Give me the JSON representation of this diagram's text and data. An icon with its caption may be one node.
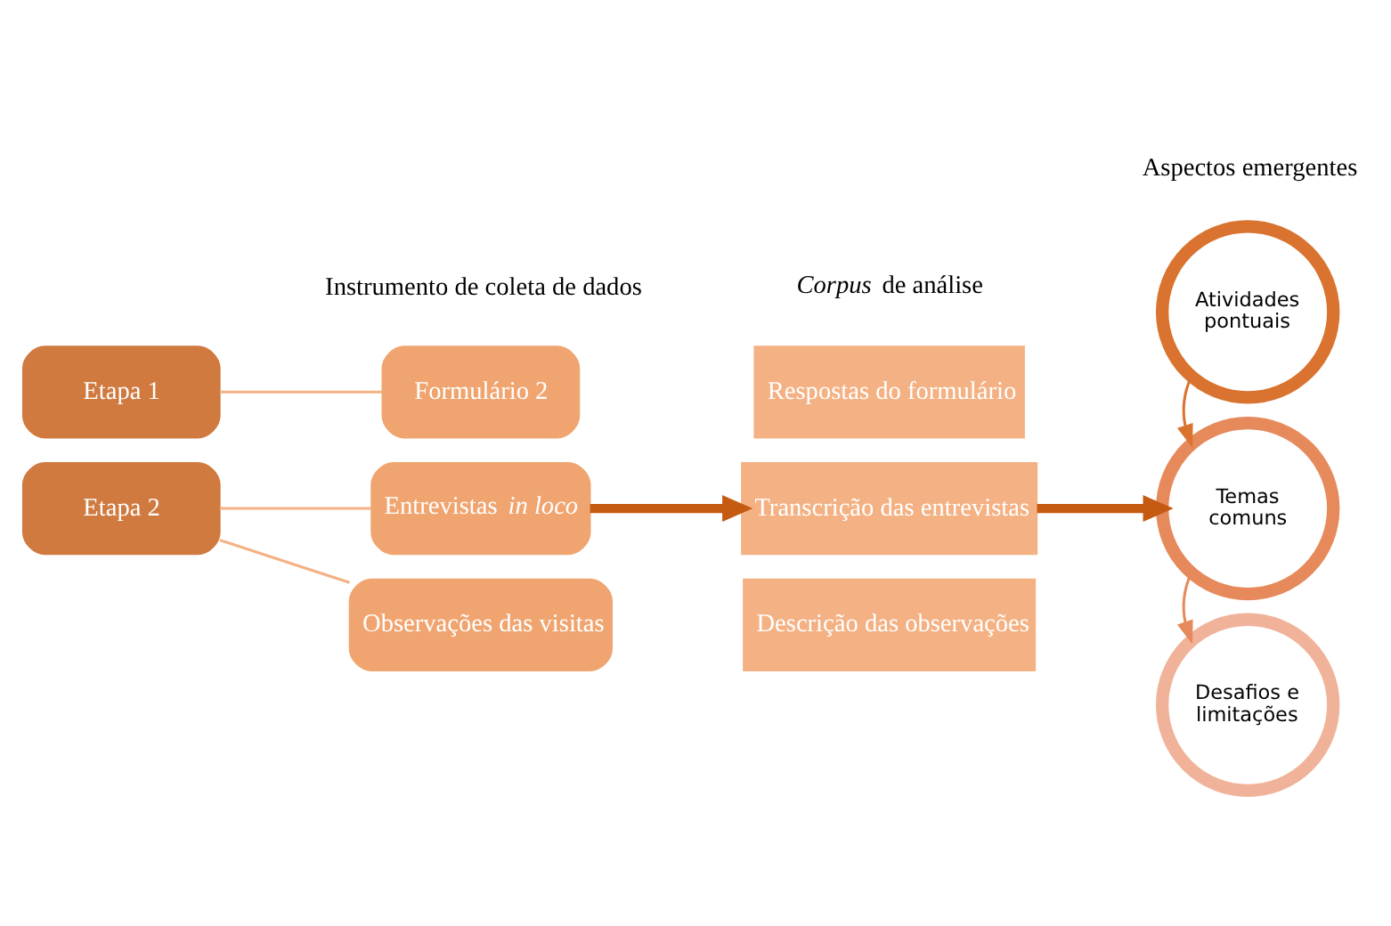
{
  "diagram": {
    "nodes": [
      {
        "text": [
          "Etapa 1"
        ]
      },
      {
        "text": [
          "Etapa 2"
        ]
      },
      {
        "text": [
          "Formulário 2"
        ]
      },
      {
        "text": [
          "Entrevistas *in loco*"
        ]
      },
      {
        "text": [
          "Observações das visitas"
        ]
      },
      {
        "text": [
          "Respostas do formulário"
        ]
      },
      {
        "text": [
          "Transcrição das entrevistas"
        ]
      },
      {
        "text": [
          "Descrição das observações"
        ]
      },
      {
        "text": [
          "Atividades pontuais"
        ]
      },
      {
        "text": [
          "Temas comuns"
        ]
      },
      {
        "text": [
          "Desafios e limitações"
        ]
      }
    ],
    "edges": [
      {
        "from": 0,
        "to": 2,
        "arrow": "none"
      },
      {
        "from": 1,
        "to": 3,
        "arrow": "none"
      },
      {
        "from": 1,
        "to": 4,
        "arrow": "none"
      },
      {
        "from": 3,
        "to": 6,
        "arrow": "to",
        "style": "thick",
        "color": "#c55a11"
      },
      {
        "from": 6,
        "to": 9,
        "arrow": "to",
        "style": "thick",
        "color": "#c55a11"
      },
      {
        "from": 8,
        "to": 9,
        "arrow": "to",
        "color": "#d9732f"
      },
      {
        "from": 9,
        "to": 10,
        "arrow": "to",
        "color": "#e68a5c"
      }
    ],
    "labels": [
      "Instrumento de coleta de dados",
      "*Corpus* de análise",
      "Aspectos emergentes"
    ]
  }
}
